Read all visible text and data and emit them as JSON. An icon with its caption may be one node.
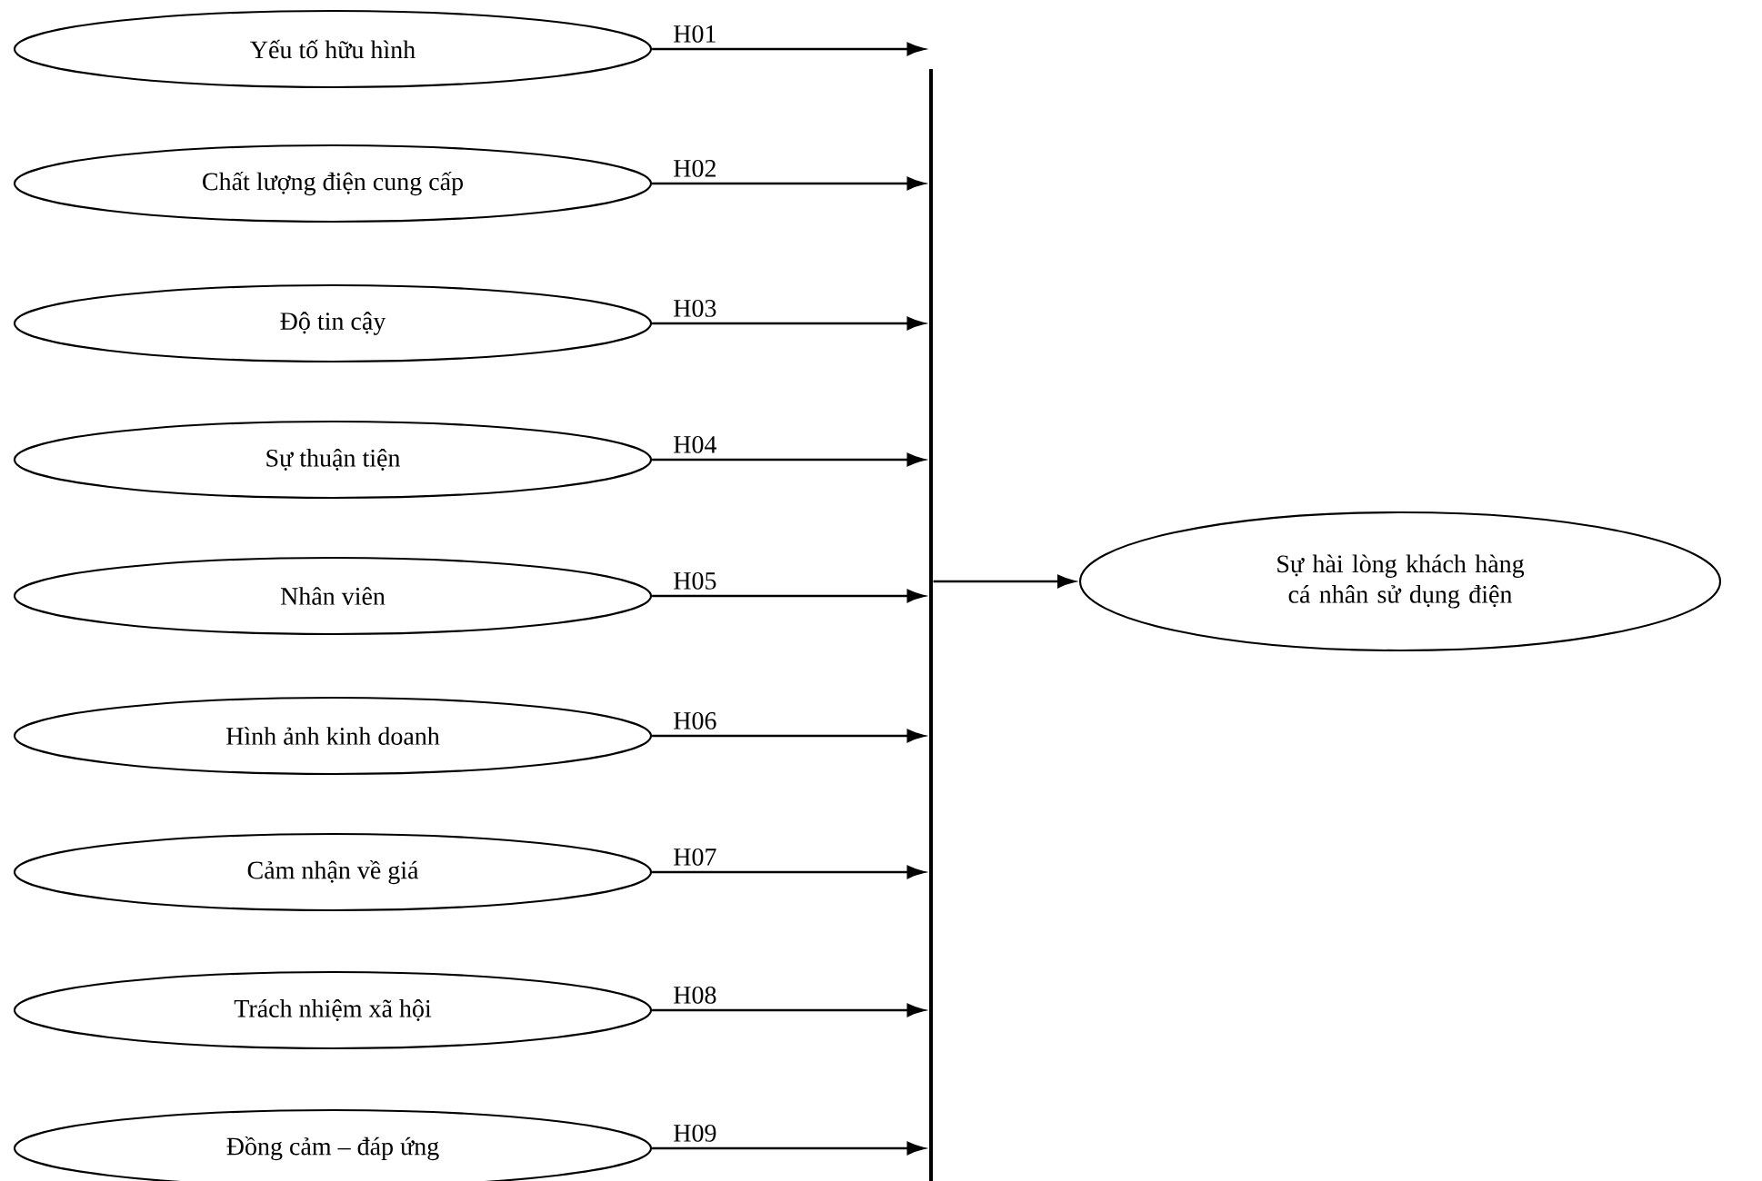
{
  "diagram": {
    "nodes": [
      {
        "text": [
          "Yếu tố hữu hình"
        ]
      },
      {
        "text": [
          "Chất lượng điện cung cấp"
        ]
      },
      {
        "text": [
          "Độ tin cậy"
        ]
      },
      {
        "text": [
          "Sự  thuận tiện"
        ]
      },
      {
        "text": [
          "Nhân viên"
        ]
      },
      {
        "text": [
          "Hình ảnh kinh doanh"
        ]
      },
      {
        "text": [
          "Cảm nhận về giá"
        ]
      },
      {
        "text": [
          "Trách nhiệm xã hội"
        ]
      },
      {
        "text": [
          "Đồng cảm – đáp ứng"
        ]
      },
      {
        "text": [],
        "shape": "bar"
      },
      {
        "text": [
          "Sự hài lòng khách hàng cá nhân sử dụng điện"
        ]
      }
    ],
    "edges": [
      {
        "from": 0,
        "to": 9,
        "arrow": "to",
        "label": "H01"
      },
      {
        "from": 1,
        "to": 9,
        "arrow": "to",
        "label": "H02"
      },
      {
        "from": 2,
        "to": 9,
        "arrow": "to",
        "label": "H03"
      },
      {
        "from": 3,
        "to": 9,
        "arrow": "to",
        "label": "H04"
      },
      {
        "from": 4,
        "to": 9,
        "arrow": "to",
        "label": "H05"
      },
      {
        "from": 5,
        "to": 9,
        "arrow": "to",
        "label": "H06"
      },
      {
        "from": 6,
        "to": 9,
        "arrow": "to",
        "label": "H07"
      },
      {
        "from": 7,
        "to": 9,
        "arrow": "to",
        "label": "H08"
      },
      {
        "from": 8,
        "to": 9,
        "arrow": "to",
        "label": "H09"
      },
      {
        "from": 9,
        "to": 10,
        "arrow": "to"
      }
    ]
  }
}
